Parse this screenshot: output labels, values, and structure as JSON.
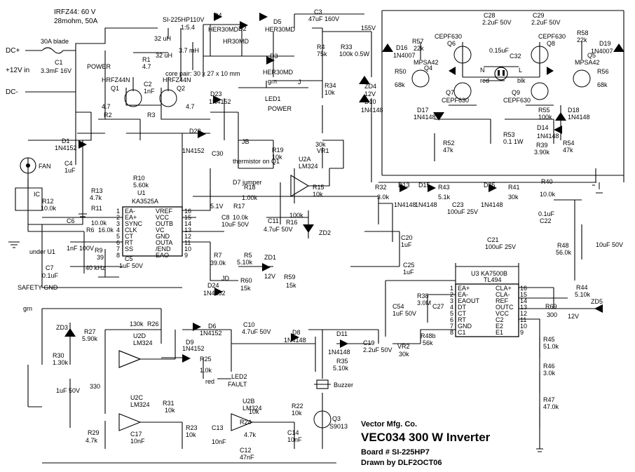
{
  "title_block": {
    "company": "Vector Mfg. Co.",
    "title": "VEC034 300 W Inverter",
    "board": "Board # SI-225HP7",
    "drawn": "Drawn by DLF2OCT06"
  },
  "notes": {
    "mosfet_spec_1": "IRFZ44: 60 V",
    "mosfet_spec_2": "28mohm, 50A",
    "transformer": "SI-225HP110V",
    "ratio": "1:5.4",
    "core": "core pair: 30 x 27 x 10 mm",
    "fuse_blade": "30A blade",
    "dc_plus": "DC+",
    "dc_minus": "DC-",
    "in12": "+12V in",
    "power_sw": "POWER",
    "fan": "FAN",
    "safety_gnd": "SAFETY GND",
    "grn": "grn",
    "under_u1": "under U1",
    "freq": "40 kHz",
    "thermistor": "thermistor on Q1",
    "d7_jumper": "D7 jumper",
    "v155": "155V",
    "v51": "5.1V",
    "buzzer": "Buzzer",
    "led_power": "POWER",
    "led_fault": "FAULT",
    "led1": "LED1",
    "led2": "LED2",
    "red": "red",
    "grn_led": "grn",
    "out_n": "N",
    "out_l": "L",
    "out_red": "red",
    "out_blk": "blk",
    "jb": "JB",
    "jd": "JD",
    "j": "J",
    "ic": "IC"
  },
  "components": [
    {
      "ref": "R1",
      "value": "4.7"
    },
    {
      "ref": "R2",
      "value": "4.7"
    },
    {
      "ref": "R3",
      "value": "4.7"
    },
    {
      "ref": "R4",
      "value": "75k"
    },
    {
      "ref": "R5",
      "value": "5.10k"
    },
    {
      "ref": "R6",
      "value": "16.0k"
    },
    {
      "ref": "R7",
      "value": "39.0k"
    },
    {
      "ref": "R9",
      "value": "39"
    },
    {
      "ref": "R10",
      "value": "5.60k"
    },
    {
      "ref": "R11",
      "value": "10.0k"
    },
    {
      "ref": "R12",
      "value": "10.0k"
    },
    {
      "ref": "R13",
      "value": "4.7k"
    },
    {
      "ref": "R16",
      "value": "100k"
    },
    {
      "ref": "R17",
      "value": "10.0k"
    },
    {
      "ref": "R18",
      "value": "1.00k"
    },
    {
      "ref": "R19",
      "value": "10k"
    },
    {
      "ref": "R15",
      "value": "10k"
    },
    {
      "ref": "R33",
      "value": "100k 0.5W"
    },
    {
      "ref": "R34",
      "value": "10k"
    },
    {
      "ref": "R57",
      "value": "22k"
    },
    {
      "ref": "R58",
      "value": "22k"
    },
    {
      "ref": "R50",
      "value": "68k"
    },
    {
      "ref": "R56",
      "value": "68k"
    },
    {
      "ref": "R52",
      "value": "47k"
    },
    {
      "ref": "R53",
      "value": "0.1 1W"
    },
    {
      "ref": "R54",
      "value": "47k"
    },
    {
      "ref": "R55",
      "value": "100k"
    },
    {
      "ref": "R39",
      "value": "3.90k"
    },
    {
      "ref": "R32",
      "value": "3.0k"
    },
    {
      "ref": "R43",
      "value": "5.1k"
    },
    {
      "ref": "R41",
      "value": "30k"
    },
    {
      "ref": "R40",
      "value": "10.0k"
    },
    {
      "ref": "R48",
      "value": "56.0k"
    },
    {
      "ref": "R44",
      "value": "5.10k"
    },
    {
      "ref": "R69",
      "value": "300"
    },
    {
      "ref": "R38",
      "value": "3.0M"
    },
    {
      "ref": "R48b",
      "value": "56k"
    },
    {
      "ref": "R45",
      "value": "51.0k"
    },
    {
      "ref": "R46",
      "value": "3.0k"
    },
    {
      "ref": "R47",
      "value": "47.0k"
    },
    {
      "ref": "R26",
      "value": "130k"
    },
    {
      "ref": "R27",
      "value": "5.90k"
    },
    {
      "ref": "R30",
      "value": "1.30k"
    },
    {
      "ref": "R25",
      "value": "1.0k"
    },
    {
      "ref": "R35",
      "value": "5.10k"
    },
    {
      "ref": "R59",
      "value": "15k"
    },
    {
      "ref": "R60",
      "value": "15k"
    },
    {
      "ref": "R31",
      "value": "10k"
    },
    {
      "ref": "R23",
      "value": "10k"
    },
    {
      "ref": "R29",
      "value": "4.7k"
    },
    {
      "ref": "R28",
      "value": "330"
    },
    {
      "ref": "R22",
      "value": "10k"
    },
    {
      "ref": "R24",
      "value": "4.7k"
    },
    {
      "ref": "R21",
      "value": "10k"
    },
    {
      "ref": "C1",
      "value": "3.3mF 16V"
    },
    {
      "ref": "C2",
      "value": "1nF"
    },
    {
      "ref": "C3",
      "value": "47uF 160V"
    },
    {
      "ref": "C4",
      "value": "1uF"
    },
    {
      "ref": "C5",
      "value": "1uF 50V"
    },
    {
      "ref": "C6",
      "value": "1nF 100V"
    },
    {
      "ref": "C7",
      "value": "0.1uF"
    },
    {
      "ref": "C8",
      "value": "10uF 50V"
    },
    {
      "ref": "C10",
      "value": "4.7uF 50V"
    },
    {
      "ref": "C11",
      "value": "4.7uF 50V"
    },
    {
      "ref": "C12",
      "value": "47nF"
    },
    {
      "ref": "C13",
      "value": "10nF"
    },
    {
      "ref": "C14",
      "value": "10nF"
    },
    {
      "ref": "C17",
      "value": "10nF"
    },
    {
      "ref": "C19",
      "value": "2.2uF 50V"
    },
    {
      "ref": "C20",
      "value": "1uF"
    },
    {
      "ref": "C21",
      "value": "100uF 25V"
    },
    {
      "ref": "C22",
      "value": "0.1uF"
    },
    {
      "ref": "C23",
      "value": "100uF 25V"
    },
    {
      "ref": "C25",
      "value": "1uF"
    },
    {
      "ref": "C27",
      "value": ""
    },
    {
      "ref": "C28",
      "value": "2.2uF 50V"
    },
    {
      "ref": "C29",
      "value": "2.2uF 50V"
    },
    {
      "ref": "C32",
      "value": "0.15uF"
    },
    {
      "ref": "C54",
      "value": "1uF 50V"
    },
    {
      "ref": "C30",
      "value": ""
    },
    {
      "ref": "C_r48",
      "value": "10uF 50V"
    },
    {
      "ref": "C_u1",
      "value": "1uF 50V"
    },
    {
      "ref": "D1",
      "value": "1N4152"
    },
    {
      "ref": "D2",
      "value": "HR30MD"
    },
    {
      "ref": "D3",
      "value": "HER30MD"
    },
    {
      "ref": "D4",
      "value": "HER30MD"
    },
    {
      "ref": "D5",
      "value": "HER30MD"
    },
    {
      "ref": "D6",
      "value": "1N4152"
    },
    {
      "ref": "D8",
      "value": "1N4148"
    },
    {
      "ref": "D9",
      "value": "1N4152"
    },
    {
      "ref": "D10",
      "value": "1N4148"
    },
    {
      "ref": "D11",
      "value": "1N4148"
    },
    {
      "ref": "D13",
      "value": "1N4148"
    },
    {
      "ref": "D14",
      "value": "1N4148"
    },
    {
      "ref": "D15",
      "value": "1N4148"
    },
    {
      "ref": "D16",
      "value": "1N4007"
    },
    {
      "ref": "D17",
      "value": "1N4148"
    },
    {
      "ref": "D18",
      "value": "1N4148"
    },
    {
      "ref": "D19",
      "value": "1N4007"
    },
    {
      "ref": "D22",
      "value": "1N4152"
    },
    {
      "ref": "D23",
      "value": "1N4152"
    },
    {
      "ref": "D24",
      "value": "1N4152"
    },
    {
      "ref": "D25",
      "value": "1N4148"
    },
    {
      "ref": "ZD1",
      "value": "12V"
    },
    {
      "ref": "ZD2",
      "value": ""
    },
    {
      "ref": "ZD3",
      "value": ""
    },
    {
      "ref": "ZD4",
      "value": "12V"
    },
    {
      "ref": "ZD5",
      "value": "12V"
    },
    {
      "ref": "Q1",
      "value": "HRFZ44N"
    },
    {
      "ref": "Q2",
      "value": "HRFZ44N"
    },
    {
      "ref": "Q3",
      "value": "S9013"
    },
    {
      "ref": "Q4",
      "value": "MPSA42"
    },
    {
      "ref": "Q5",
      "value": "MPSA42"
    },
    {
      "ref": "Q6",
      "value": "CEPF630"
    },
    {
      "ref": "Q7",
      "value": "CEPF630"
    },
    {
      "ref": "Q8",
      "value": "CEPF630"
    },
    {
      "ref": "Q9",
      "value": "CEPF630"
    },
    {
      "ref": "VR1",
      "value": "30k"
    },
    {
      "ref": "VR2",
      "value": "30k"
    },
    {
      "ref": "U1",
      "value": "KA3525A"
    },
    {
      "ref": "U2A",
      "value": "LM324"
    },
    {
      "ref": "U2B",
      "value": "LM324"
    },
    {
      "ref": "U2C",
      "value": "LM324"
    },
    {
      "ref": "U2D",
      "value": "LM324"
    },
    {
      "ref": "U3",
      "value": "KA7500B TL494"
    },
    {
      "ref": "L1",
      "value": "32 uH"
    },
    {
      "ref": "L2",
      "value": "32 uH"
    },
    {
      "ref": "L3",
      "value": "3.7 mH"
    },
    {
      "ref": "F1",
      "value": "30A"
    }
  ],
  "u1_pins": {
    "left": [
      "EA-",
      "EA+",
      "SYNC",
      "CLK",
      "CT",
      "RT",
      "SS"
    ],
    "left_nums": [
      "1",
      "2",
      "3",
      "4",
      "5",
      "6",
      "7",
      "8"
    ],
    "right": [
      "VREF",
      "VCC",
      "OUTB",
      "VC",
      "GND",
      "OUTA",
      "/END",
      "EAO"
    ],
    "right_nums": [
      "16",
      "15",
      "14",
      "13",
      "12",
      "11",
      "10",
      "9"
    ],
    "name": "KA3525A",
    "ref": "U1"
  },
  "u3_pins": {
    "left": [
      "EA+",
      "EA-",
      "EAOUT",
      "DT",
      "CT",
      "RT",
      "GND",
      "C1"
    ],
    "left_nums": [
      "1",
      "2",
      "3",
      "4",
      "5",
      "6",
      "7",
      "8"
    ],
    "right": [
      "CLA+",
      "CLA-",
      "REF",
      "OUTC",
      "VCC",
      "C2",
      "E2",
      "E1"
    ],
    "right_nums": [
      "16",
      "15",
      "14",
      "13",
      "12",
      "11",
      "10",
      "9"
    ],
    "name": "U3 KA7500B",
    "sub": "TL494"
  }
}
